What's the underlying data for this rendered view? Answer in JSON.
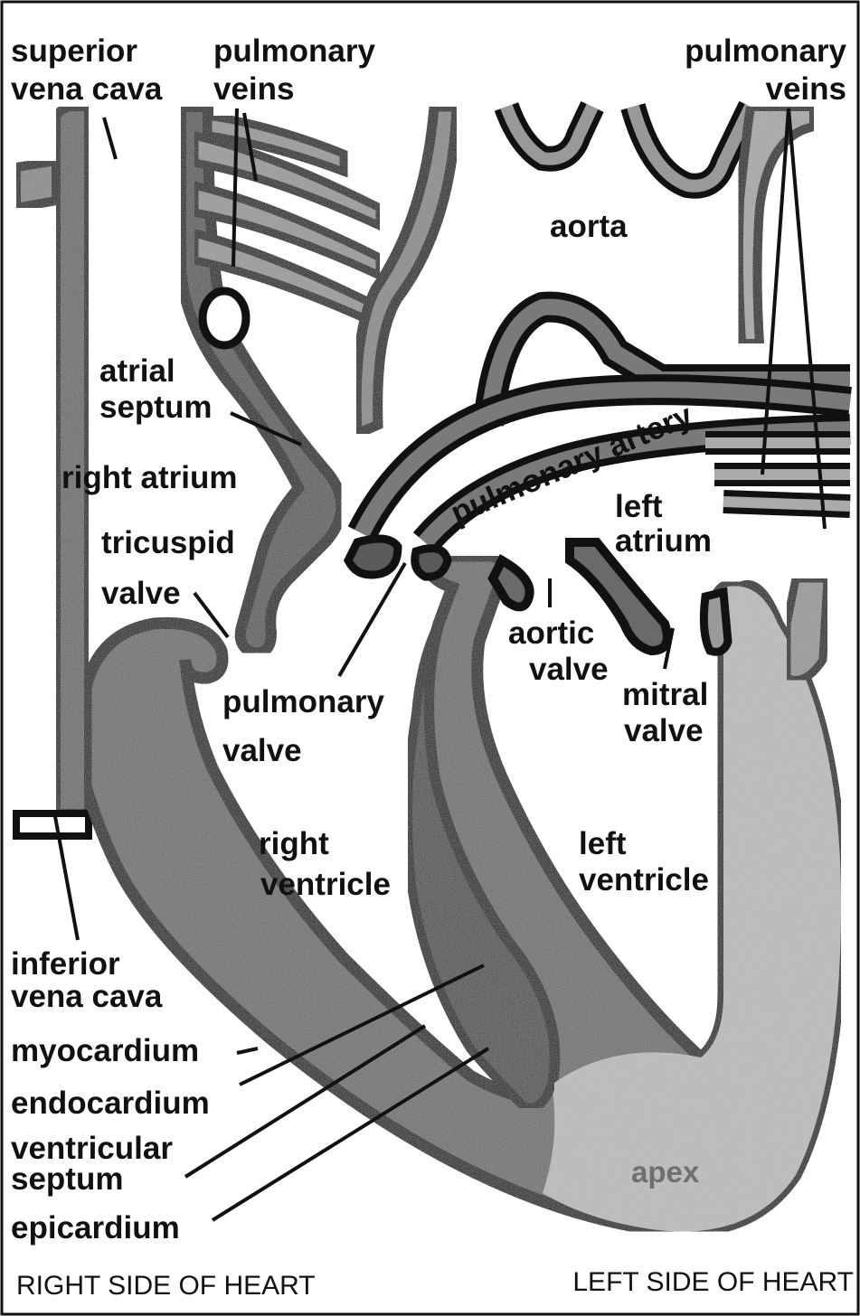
{
  "labels": {
    "superior_vena_cava": [
      "superior",
      "vena cava"
    ],
    "pulmonary_veins_left": [
      "pulmonary",
      "veins"
    ],
    "pulmonary_veins_right": [
      "pulmonary",
      "veins"
    ],
    "aorta": "aorta",
    "atrial_septum": [
      "atrial",
      "septum"
    ],
    "pulmonary_artery": "pulmonary artery",
    "right_atrium": "right atrium",
    "tricuspid_valve": [
      "tricuspid",
      "valve"
    ],
    "left_atrium": [
      "left",
      "atrium"
    ],
    "aortic_valve": [
      "aortic",
      "valve"
    ],
    "mitral_valve": [
      "mitral",
      "valve"
    ],
    "pulmonary_valve": [
      "pulmonary",
      "valve"
    ],
    "right_ventricle": [
      "right",
      "ventricle"
    ],
    "left_ventricle": [
      "left",
      "ventricle"
    ],
    "inferior_vena_cava": [
      "inferior",
      "vena cava"
    ],
    "myocardium": "myocardium",
    "endocardium": "endocardium",
    "ventricular_septum": [
      "ventricular",
      "septum"
    ],
    "epicardium": "epicardium",
    "apex": "apex"
  },
  "captions": {
    "right_side": "RIGHT SIDE OF HEART",
    "left_side": "LEFT SIDE OF HEART"
  },
  "colors": {
    "outline": "#111111",
    "wall_dark": "#5a5a5a",
    "wall_mid": "#8a8a8a",
    "wall_light": "#b9b9b9",
    "chamber": "#ffffff"
  }
}
